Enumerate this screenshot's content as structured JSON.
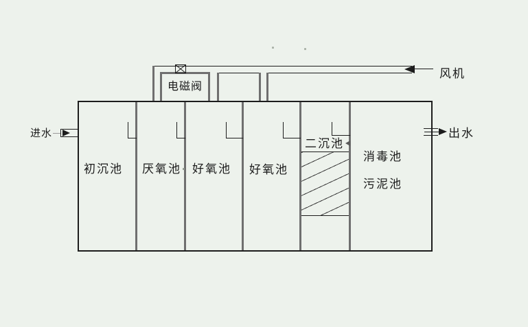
{
  "labels": {
    "inlet": "进水",
    "outlet": "出水",
    "fan": "风机",
    "solenoid_valve": "电磁阀"
  },
  "tanks": [
    {
      "label": "初沉池"
    },
    {
      "label": "厌氧池"
    },
    {
      "label": "好氧池"
    },
    {
      "label": "好氧池"
    },
    {
      "label": "二沉池"
    },
    {
      "label": "消毒池"
    },
    {
      "label": "污泥池"
    }
  ],
  "colors": {
    "background": "#edf2ec",
    "line": "#1c1c1c",
    "wall_gray": "#6f6f6f"
  }
}
